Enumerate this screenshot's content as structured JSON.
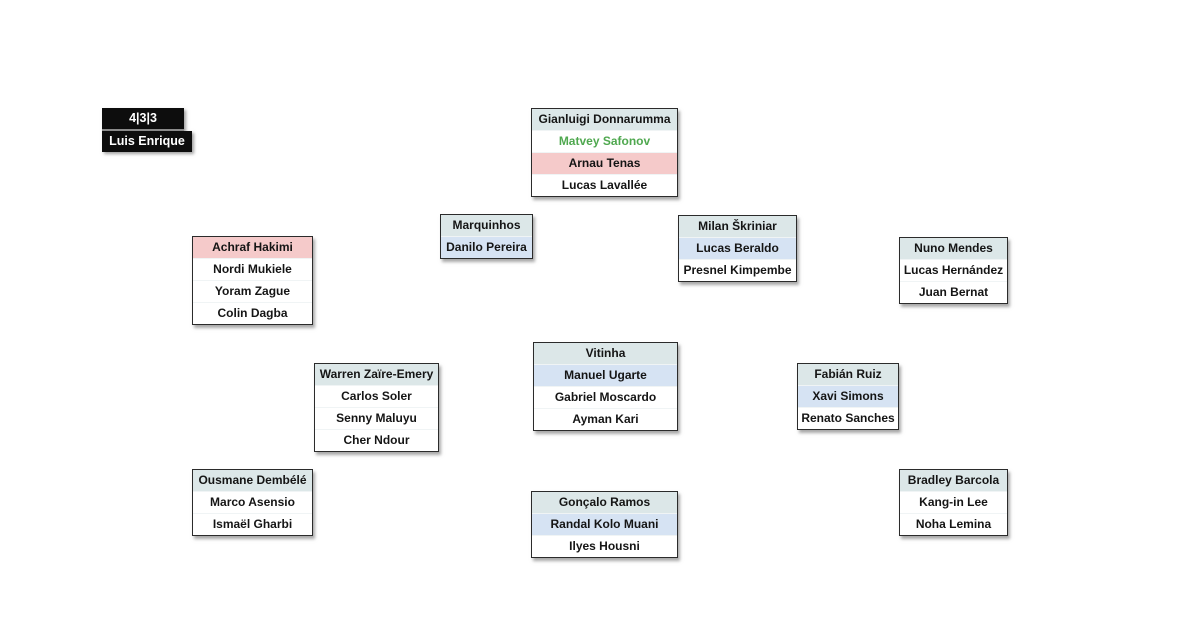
{
  "header_block": {
    "formation": "4|3|3",
    "manager": "Luis Enrique"
  },
  "colors": {
    "title_bg": "#0d0d0d",
    "header_row_bg": "#dce7e8",
    "rotation_row_bg": "#d6e3f3",
    "flagged_row_bg": "#f5caca",
    "green_text": "#4fa84f"
  },
  "positions": [
    {
      "slot": "goalkeeper",
      "players": [
        {
          "name": "Gianluigi Donnarumma",
          "style": "bg-header"
        },
        {
          "name": "Matvey Safonov",
          "style": "bg-white text-green"
        },
        {
          "name": "Arnau Tenas",
          "style": "bg-pink"
        },
        {
          "name": "Lucas Lavallée",
          "style": "bg-white"
        }
      ]
    },
    {
      "slot": "right-back",
      "players": [
        {
          "name": "Achraf Hakimi",
          "style": "bg-pink"
        },
        {
          "name": "Nordi Mukiele",
          "style": "bg-white"
        },
        {
          "name": "Yoram Zague",
          "style": "bg-white"
        },
        {
          "name": "Colin Dagba",
          "style": "bg-white"
        }
      ]
    },
    {
      "slot": "centre-back-1",
      "players": [
        {
          "name": "Marquinhos",
          "style": "bg-header"
        },
        {
          "name": "Danilo Pereira",
          "style": "bg-blue"
        }
      ]
    },
    {
      "slot": "centre-back-2",
      "players": [
        {
          "name": "Milan Škriniar",
          "style": "bg-header"
        },
        {
          "name": "Lucas Beraldo",
          "style": "bg-blue"
        },
        {
          "name": "Presnel Kimpembe",
          "style": "bg-white"
        }
      ]
    },
    {
      "slot": "left-back",
      "players": [
        {
          "name": "Nuno Mendes",
          "style": "bg-header"
        },
        {
          "name": "Lucas Hernández",
          "style": "bg-white"
        },
        {
          "name": "Juan Bernat",
          "style": "bg-white"
        }
      ]
    },
    {
      "slot": "midfield-1",
      "players": [
        {
          "name": "Warren Zaïre-Emery",
          "style": "bg-header"
        },
        {
          "name": "Carlos Soler",
          "style": "bg-white"
        },
        {
          "name": "Senny Maluyu",
          "style": "bg-white"
        },
        {
          "name": "Cher Ndour",
          "style": "bg-white"
        }
      ]
    },
    {
      "slot": "midfield-2",
      "players": [
        {
          "name": "Vitinha",
          "style": "bg-header"
        },
        {
          "name": "Manuel Ugarte",
          "style": "bg-blue"
        },
        {
          "name": "Gabriel Moscardo",
          "style": "bg-white"
        },
        {
          "name": "Ayman Kari",
          "style": "bg-white"
        }
      ]
    },
    {
      "slot": "midfield-3",
      "players": [
        {
          "name": "Fabián Ruiz",
          "style": "bg-header"
        },
        {
          "name": "Xavi Simons",
          "style": "bg-blue"
        },
        {
          "name": "Renato Sanches",
          "style": "bg-white"
        }
      ]
    },
    {
      "slot": "forward-1",
      "players": [
        {
          "name": "Ousmane Dembélé",
          "style": "bg-header"
        },
        {
          "name": "Marco Asensio",
          "style": "bg-white"
        },
        {
          "name": "Ismaël Gharbi",
          "style": "bg-white"
        }
      ]
    },
    {
      "slot": "forward-2",
      "players": [
        {
          "name": "Gonçalo Ramos",
          "style": "bg-header"
        },
        {
          "name": "Randal Kolo Muani",
          "style": "bg-blue"
        },
        {
          "name": "Ilyes Housni",
          "style": "bg-white"
        }
      ]
    },
    {
      "slot": "forward-3",
      "players": [
        {
          "name": "Bradley Barcola",
          "style": "bg-header"
        },
        {
          "name": "Kang-in Lee",
          "style": "bg-white"
        },
        {
          "name": "Noha Lemina",
          "style": "bg-white"
        }
      ]
    }
  ]
}
